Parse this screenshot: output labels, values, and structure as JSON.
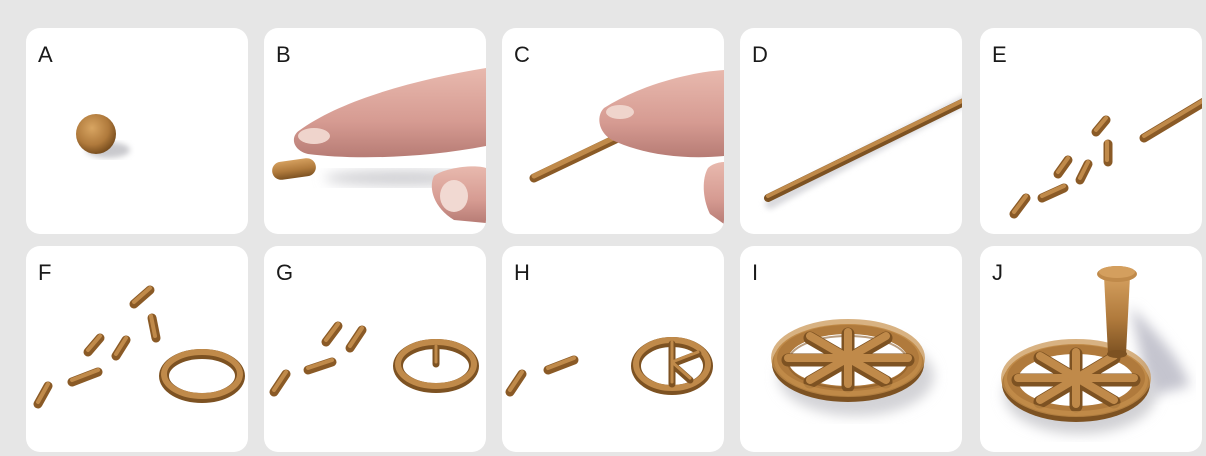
{
  "panels": [
    {
      "label": "A"
    },
    {
      "label": "B"
    },
    {
      "label": "C"
    },
    {
      "label": "D"
    },
    {
      "label": "E"
    },
    {
      "label": "F"
    },
    {
      "label": "G"
    },
    {
      "label": "H"
    },
    {
      "label": "I"
    },
    {
      "label": "J"
    }
  ],
  "colors": {
    "clay": "#b07a3c",
    "clay_dark": "#7d5222",
    "clay_light": "#cf9a58",
    "skin": "#d9a39a",
    "shadow": "#c8c8cc"
  }
}
